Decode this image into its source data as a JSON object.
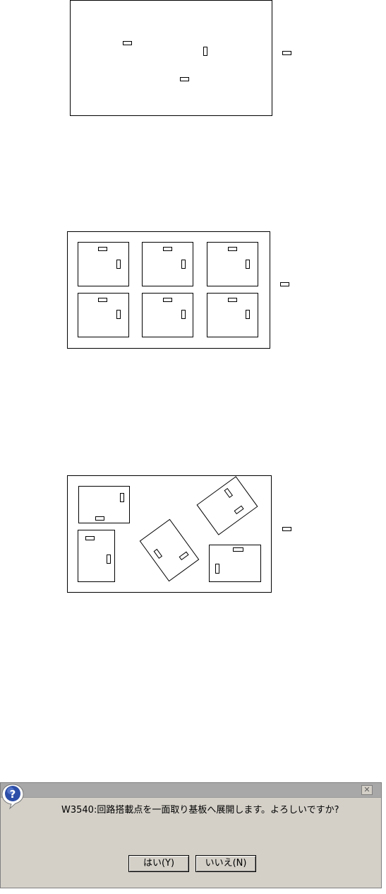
{
  "dialog": {
    "close_glyph": "✕",
    "icon": "question-icon",
    "message": "W3540:回路搭載点を一面取り基板へ展開します。よろしいですか?",
    "yes_label": "はい(Y)",
    "no_label": "いいえ(N)"
  }
}
